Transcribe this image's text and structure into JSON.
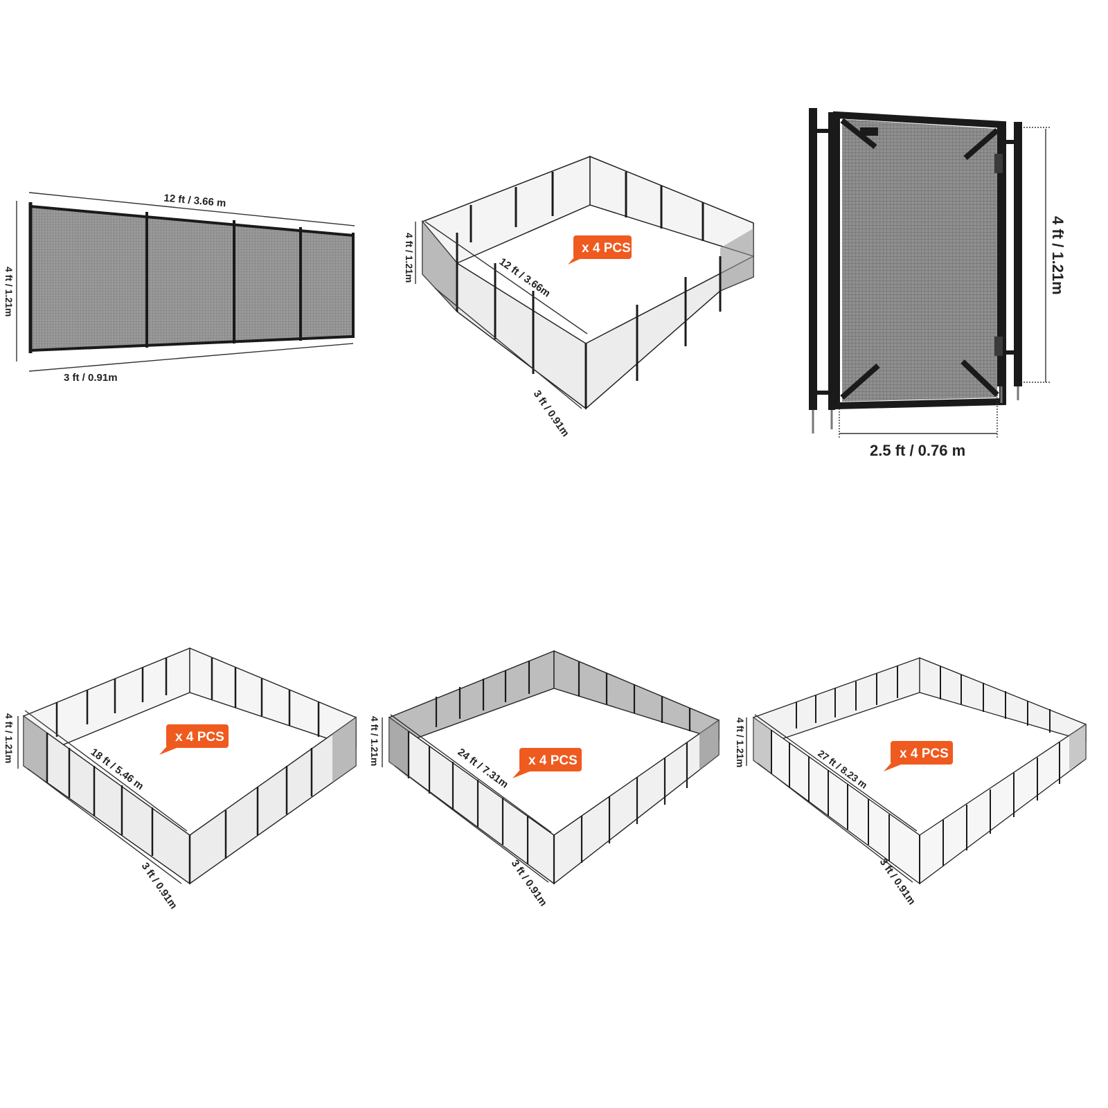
{
  "colors": {
    "badge": "#ef5a1f",
    "frame": "#1a1a1a",
    "mesh": "#8c8c8c",
    "background": "#ffffff"
  },
  "panel_fence_section": {
    "length_label": "12 ft / 3.66 m",
    "height_label": "4 ft / 1.21m",
    "post_spacing_label": "3 ft / 0.91m"
  },
  "panel_enclosure_12": {
    "badge": "x 4 PCS",
    "height_label": "4 ft / 1.21m",
    "side_label": "12 ft / 3.66m",
    "post_spacing_label": "3 ft / 0.91m"
  },
  "panel_gate": {
    "height_label": "4 ft / 1.21m",
    "width_label": "2.5 ft / 0.76 m"
  },
  "panel_enclosure_18": {
    "badge": "x 4 PCS",
    "height_label": "4 ft / 1.21m",
    "side_label": "18 ft / 5.46 m",
    "post_spacing_label": "3 ft / 0.91m"
  },
  "panel_enclosure_24": {
    "badge": "x 4 PCS",
    "height_label": "4 ft / 1.21m",
    "side_label": "24 ft / 7.31m",
    "post_spacing_label": "3 ft / 0.91m"
  },
  "panel_enclosure_27": {
    "badge": "x 4 PCS",
    "height_label": "4 ft / 1.21m",
    "side_label": "27 ft / 8.23 m",
    "post_spacing_label": "3 ft / 0.91m"
  }
}
